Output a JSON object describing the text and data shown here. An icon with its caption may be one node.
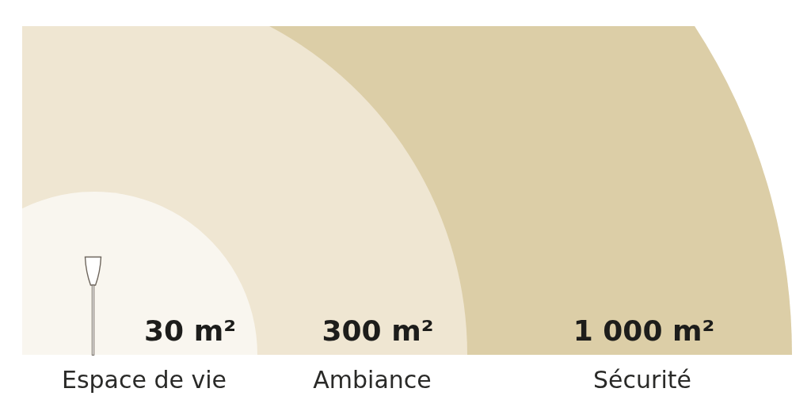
{
  "diagram": {
    "nodes": [
      {
        "text": [
          "1 000 m²"
        ],
        "beside": [
          "Sécurité"
        ]
      },
      {
        "text": [
          "300 m²"
        ],
        "beside": [
          "Ambiance"
        ],
        "in": 0
      },
      {
        "text": [
          "30 m²"
        ],
        "beside": [
          "Espace de vie"
        ],
        "in": 1
      }
    ]
  }
}
